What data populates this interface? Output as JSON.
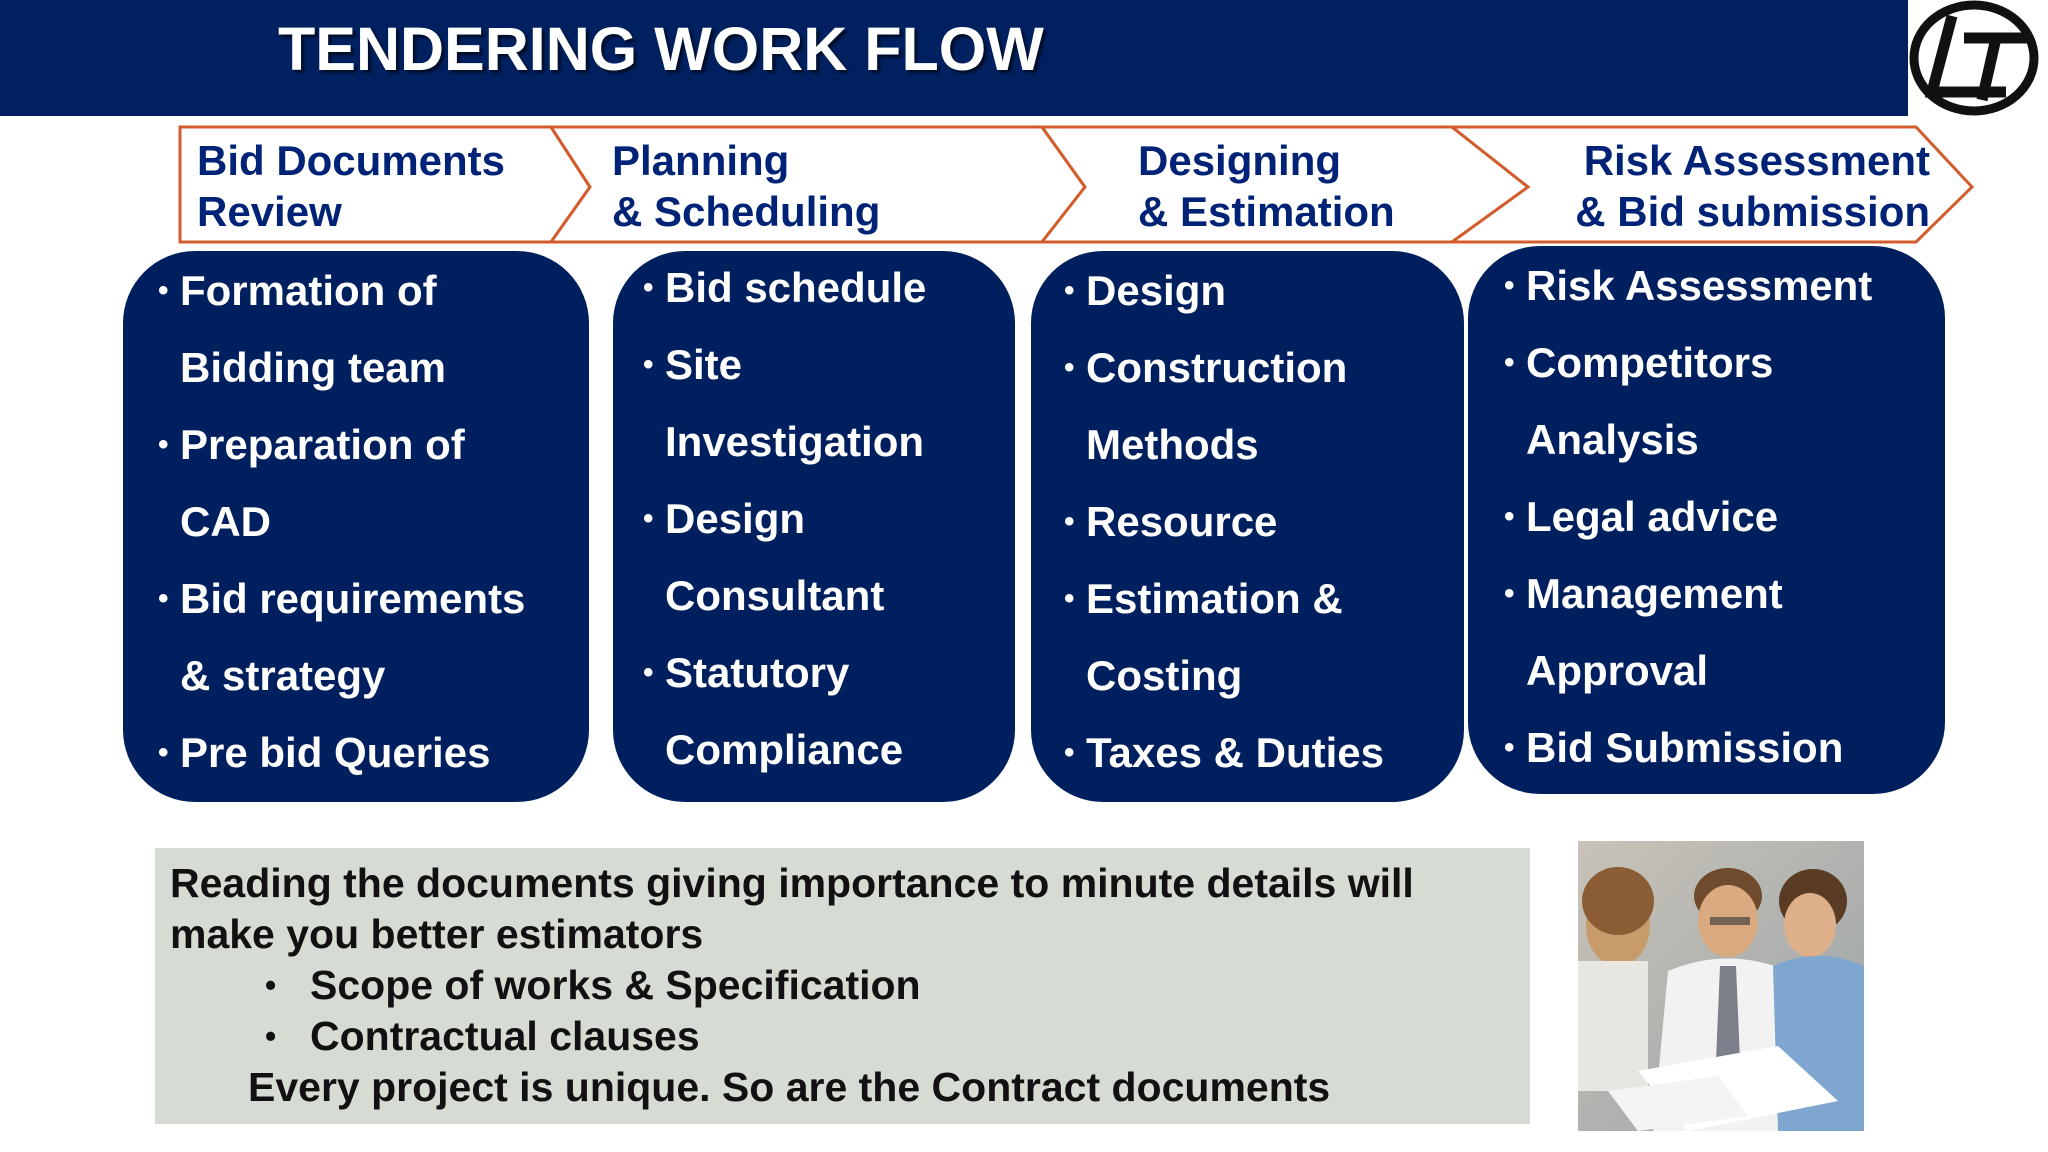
{
  "header": {
    "title": "TENDERING WORK FLOW",
    "brand_color": "#00205f"
  },
  "logo": {
    "icon": "lt-logo-icon"
  },
  "workflow": {
    "accent_color": "#d35c2c",
    "stages": [
      {
        "line1": "Bid Documents",
        "line2": "Review"
      },
      {
        "line1": "Planning",
        "line2": "& Scheduling"
      },
      {
        "line1": "Designing",
        "line2": "& Estimation"
      },
      {
        "line1": "Risk Assessment",
        "line2": "& Bid submission"
      }
    ]
  },
  "boxes": [
    {
      "bullet": "•",
      "lines": [
        "Formation of",
        "Bidding team",
        "Preparation of",
        "CAD",
        "Bid requirements",
        "& strategy",
        "Pre bid Queries"
      ]
    },
    {
      "bullet": "•",
      "lines": [
        "Bid schedule",
        "Site",
        "Investigation",
        "Design",
        "Consultant",
        "Statutory",
        "Compliance"
      ]
    },
    {
      "bullet": "•",
      "lines": [
        "Design",
        "Construction",
        "Methods",
        "Resource",
        "Estimation &",
        "Costing",
        "Taxes & Duties"
      ]
    },
    {
      "bullet": "•",
      "lines": [
        "Risk Assessment",
        "Competitors",
        "Analysis",
        "Legal advice",
        "Management",
        "Approval",
        "Bid Submission"
      ]
    }
  ],
  "note": {
    "line1": "Reading the documents giving importance to minute details will",
    "line2": "make you better estimators",
    "bullet_char": "•",
    "bullets": [
      "Scope of works & Specification",
      "Contractual clauses"
    ],
    "last": "Every project is unique. So are the Contract documents"
  },
  "photo": {
    "icon": "people-reading-documents-photo"
  }
}
